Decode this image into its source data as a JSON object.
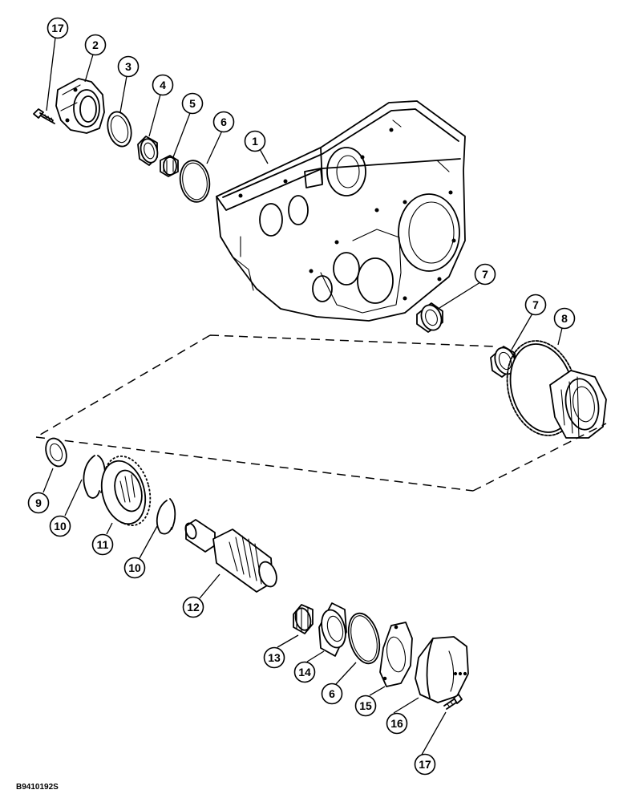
{
  "figure": {
    "reference_code": "B9410192S"
  },
  "callouts": [
    {
      "id": "c17a",
      "label": "17"
    },
    {
      "id": "c2",
      "label": "2"
    },
    {
      "id": "c3",
      "label": "3"
    },
    {
      "id": "c4",
      "label": "4"
    },
    {
      "id": "c5",
      "label": "5"
    },
    {
      "id": "c6a",
      "label": "6"
    },
    {
      "id": "c1",
      "label": "1"
    },
    {
      "id": "c7a",
      "label": "7"
    },
    {
      "id": "c7b",
      "label": "7"
    },
    {
      "id": "c8",
      "label": "8"
    },
    {
      "id": "c9",
      "label": "9"
    },
    {
      "id": "c10a",
      "label": "10"
    },
    {
      "id": "c11",
      "label": "11"
    },
    {
      "id": "c10b",
      "label": "10"
    },
    {
      "id": "c12",
      "label": "12"
    },
    {
      "id": "c13",
      "label": "13"
    },
    {
      "id": "c14",
      "label": "14"
    },
    {
      "id": "c6b",
      "label": "6"
    },
    {
      "id": "c15",
      "label": "15"
    },
    {
      "id": "c16",
      "label": "16"
    },
    {
      "id": "c17b",
      "label": "17"
    }
  ]
}
